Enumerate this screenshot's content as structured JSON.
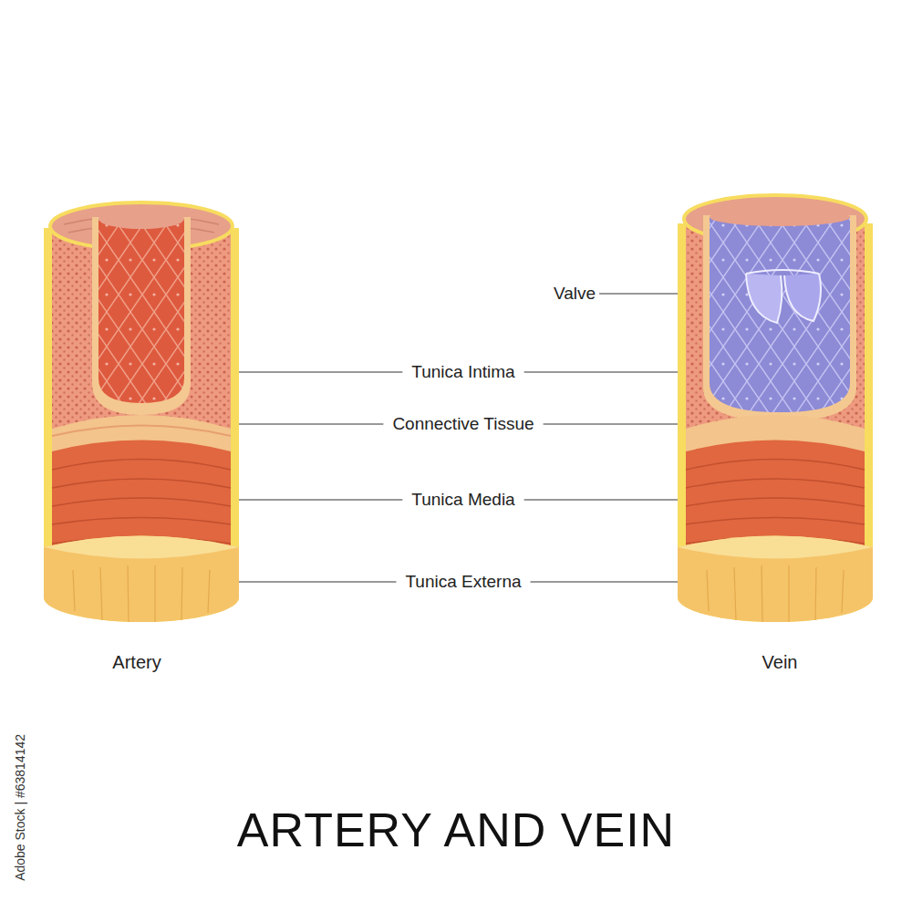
{
  "diagram": {
    "title": "ARTERY AND VEIN",
    "labels": [
      "Valve",
      "Tunica Intima",
      "Connective Tissue",
      "Tunica Media",
      "Tunica Externa",
      "Artery",
      "Vein",
      "Adobe Stock | #63814142"
    ]
  }
}
